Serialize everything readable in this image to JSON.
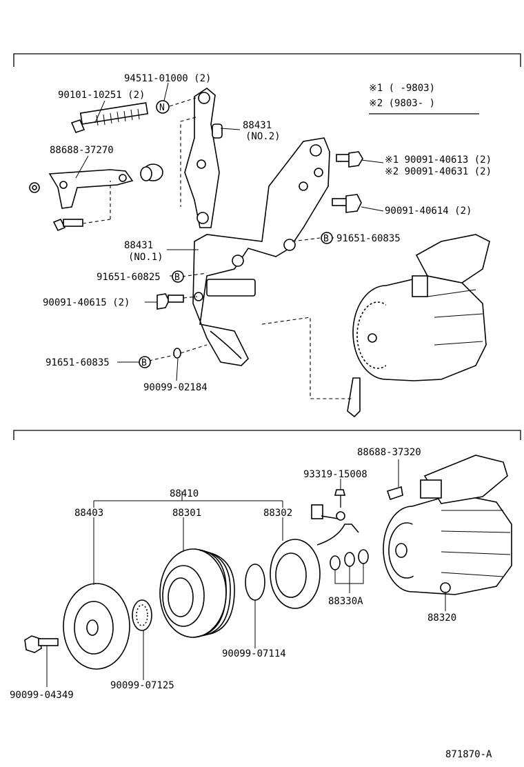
{
  "legend": {
    "row1": "※1 (     -9803)",
    "row2": "※2 (9803-     )"
  },
  "top_section": {
    "callouts": {
      "p94511": "94511-01000 (2)",
      "p90101": "90101-10251 (2)",
      "p88688a": "88688-37270",
      "p88431_no2_num": "88431",
      "p88431_no2_sub": "(NO.2)",
      "p88431_no1_num": "88431",
      "p88431_no1_sub": "(NO.1)",
      "p90091_40613": "※1 90091-40613 (2)",
      "p90091_40631": "※2 90091-40631 (2)",
      "p90091_40614": "90091-40614 (2)",
      "p91651_a": "91651-60835",
      "p91651_b": "91651-60825",
      "p90091_40615": "90091-40615 (2)",
      "p91651_c": "91651-60835",
      "p90099_02184": "90099-02184"
    },
    "badges": {
      "n": "N",
      "b": "B"
    }
  },
  "bottom_section": {
    "callouts": {
      "p88688b": "88688-37320",
      "p93319": "93319-15008",
      "p88410": "88410",
      "p88403": "88403",
      "p88301": "88301",
      "p88302": "88302",
      "p88330a": "88330A",
      "p88320": "88320",
      "p90099_07114": "90099-07114",
      "p90099_07125": "90099-07125",
      "p90099_04349": "90099-04349"
    }
  },
  "footer": {
    "drawing_number": "871870-A"
  }
}
